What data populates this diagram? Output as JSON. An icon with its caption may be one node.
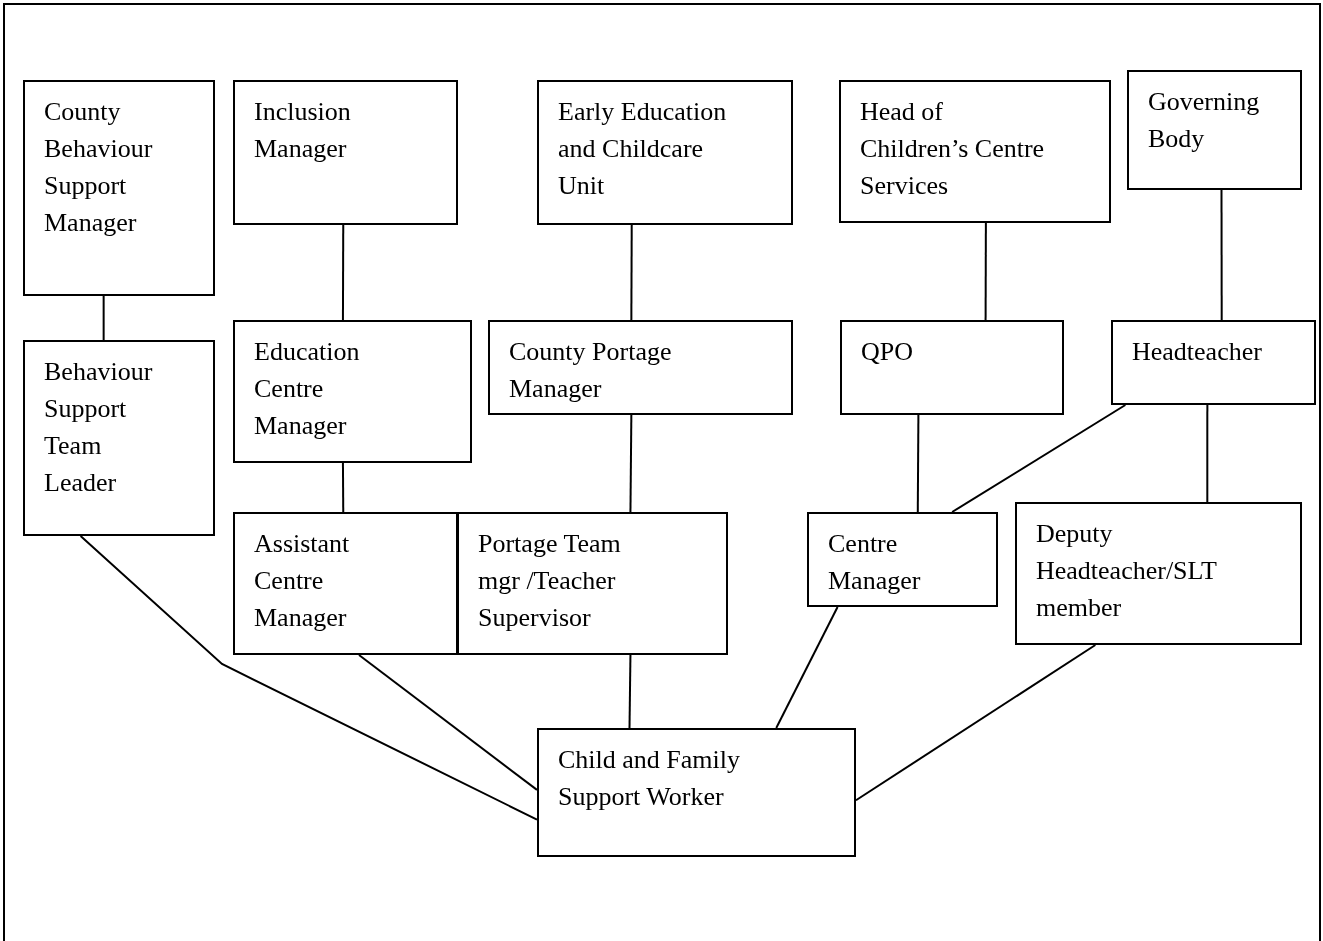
{
  "diagram": {
    "nodes": [
      {
        "text": [
          "County Behaviour Support Manager"
        ]
      },
      {
        "text": [
          "Inclusion Manager"
        ]
      },
      {
        "text": [
          "Early Education and Childcare Unit"
        ]
      },
      {
        "text": [
          "Head of Children’s Centre Services"
        ]
      },
      {
        "text": [
          "Governing Body"
        ]
      },
      {
        "text": [
          "Behaviour Support Team Leader"
        ]
      },
      {
        "text": [
          "Education Centre Manager"
        ]
      },
      {
        "text": [
          "County Portage Manager"
        ]
      },
      {
        "text": [
          "QPO"
        ]
      },
      {
        "text": [
          "Headteacher"
        ]
      },
      {
        "text": [
          "Assistant Centre Manager"
        ]
      },
      {
        "text": [
          "Portage Team mgr /Teacher Supervisor"
        ]
      },
      {
        "text": [
          "Centre Manager"
        ]
      },
      {
        "text": [
          "Deputy Headteacher/SLT member"
        ]
      },
      {
        "text": [
          "Child and Family Support Worker"
        ]
      }
    ],
    "edges": [
      {
        "from": 0,
        "to": 5,
        "arrow": "none"
      },
      {
        "from": 1,
        "to": 6,
        "arrow": "none"
      },
      {
        "from": 6,
        "to": 10,
        "arrow": "none"
      },
      {
        "from": 2,
        "to": 7,
        "arrow": "none"
      },
      {
        "from": 7,
        "to": 11,
        "arrow": "none"
      },
      {
        "from": 11,
        "to": 14,
        "arrow": "none"
      },
      {
        "from": 3,
        "to": 8,
        "arrow": "none"
      },
      {
        "from": 8,
        "to": 12,
        "arrow": "none"
      },
      {
        "from": 4,
        "to": 9,
        "arrow": "none"
      },
      {
        "from": 9,
        "to": 12,
        "arrow": "none"
      },
      {
        "from": 9,
        "to": 13,
        "arrow": "none"
      },
      {
        "from": 5,
        "to": 14,
        "arrow": "none"
      },
      {
        "from": 10,
        "to": 14,
        "arrow": "none"
      },
      {
        "from": 12,
        "to": 14,
        "arrow": "none"
      },
      {
        "from": 13,
        "to": 14,
        "arrow": "none"
      }
    ]
  }
}
